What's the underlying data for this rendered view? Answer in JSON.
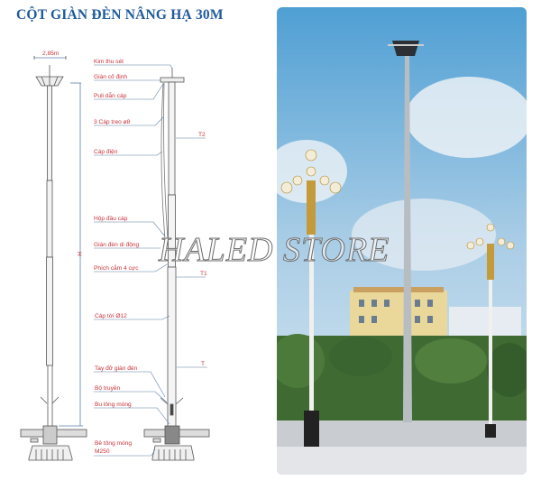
{
  "title": "CỘT GIÀN ĐÈN NÂNG HẠ 30M",
  "diagram": {
    "width_label": "2,85m",
    "height_label": "H",
    "labels": [
      "Kim thu sét",
      "Giàn cố định",
      "Puli dẫn cáp",
      "3 Cáp treo ø8",
      "Cáp điện",
      "Hộp đầu cáp",
      "Giàn đèn di động",
      "Phích cắm 4 cực",
      "Cáp tời Ø12",
      "Tay đỡ giàn đèn",
      "Bộ truyền",
      "Bu lông móng",
      "Bê tông móng",
      "M250"
    ],
    "section_labels": [
      "T2",
      "T1",
      "T"
    ]
  },
  "watermark": "HALED STORE",
  "colors": {
    "title": "#1f5a9a",
    "label": "#c8323a",
    "leader": "#5b7fa6"
  }
}
